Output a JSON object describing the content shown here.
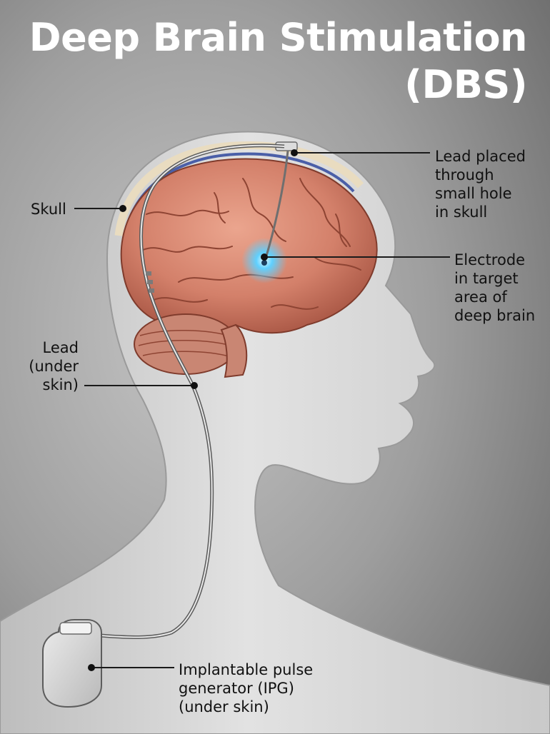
{
  "title": {
    "line1": "Deep Brain Stimulation",
    "line2": "(DBS)"
  },
  "labels": {
    "skull": "Skull",
    "lead_placed": [
      "Lead placed",
      "through",
      "small hole",
      "in skull"
    ],
    "electrode": [
      "Electrode",
      "in target",
      "area of",
      "deep brain"
    ],
    "lead_under_skin": [
      "Lead",
      "(under",
      "skin)"
    ],
    "ipg": [
      "Implantable pulse",
      "generator (IPG)",
      "(under skin)"
    ]
  },
  "colors": {
    "brain": "#d98a72",
    "skull": "#e9dcc0",
    "electrode_glow": "#4fc3ff",
    "head_skin": "#d6d6d6",
    "background": "#8c8c8c"
  }
}
